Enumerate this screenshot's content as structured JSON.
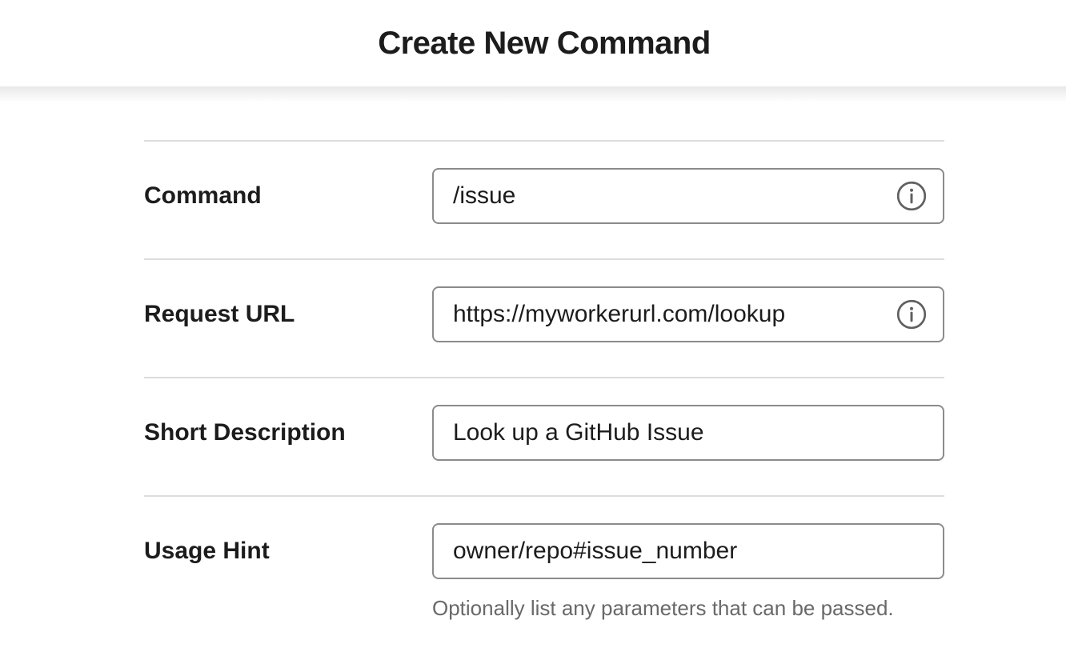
{
  "header": {
    "title": "Create New Command"
  },
  "form": {
    "fields": [
      {
        "label": "Command",
        "value": "/issue",
        "has_info_icon": true
      },
      {
        "label": "Request URL",
        "value": "https://myworkerurl.com/lookup",
        "has_info_icon": true
      },
      {
        "label": "Short Description",
        "value": "Look up a GitHub Issue",
        "has_info_icon": false
      },
      {
        "label": "Usage Hint",
        "value": "owner/repo#issue_number",
        "has_info_icon": false,
        "help_text": "Optionally list any parameters that can be passed."
      }
    ]
  },
  "icons": {
    "info": "info-circle-icon"
  },
  "colors": {
    "text": "#1d1c1d",
    "muted_text": "#696969",
    "input_border": "#8b8b8b",
    "divider": "#dcdcdc",
    "icon_gray": "#616061",
    "background": "#ffffff"
  }
}
